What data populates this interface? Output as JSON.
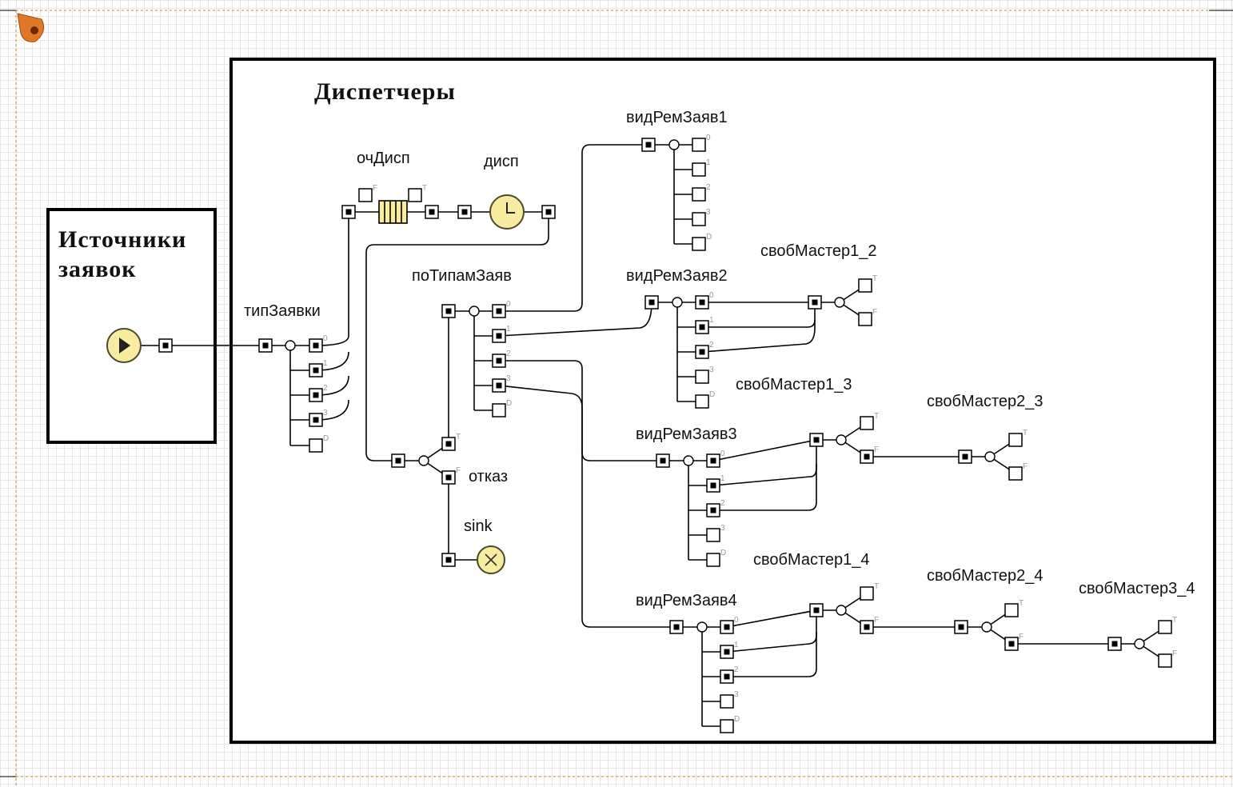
{
  "frames": {
    "sources": {
      "title_line1": "Источники",
      "title_line2": "заявок"
    },
    "dispatchers": {
      "title": "Диспетчеры"
    }
  },
  "blocks": {
    "tip_zayavki": "типЗаявки",
    "och_disp": "очДисп",
    "disp": "дисп",
    "po_tipam_zayav": "поТипамЗаяв",
    "otkaz": "отказ",
    "sink": "sink",
    "vid_rem_zayav_1": "видРемЗаяв1",
    "vid_rem_zayav_2": "видРемЗаяв2",
    "vid_rem_zayav_3": "видРемЗаяв3",
    "vid_rem_zayav_4": "видРемЗаяв4",
    "svob_master_1_2": "свобМастер1_2",
    "svob_master_1_3": "свобМастер1_3",
    "svob_master_2_3": "свобМастер2_3",
    "svob_master_1_4": "свобМастер1_4",
    "svob_master_2_4": "свобМастер2_4",
    "svob_master_3_4": "свобМастер3_4"
  },
  "port_labels": {
    "zero": "0",
    "one": "1",
    "two": "2",
    "three": "3",
    "default": "D",
    "true": "T",
    "false": "F"
  },
  "icons": {
    "source": "play-icon",
    "delay": "clock-icon",
    "sink": "close-circle-icon",
    "queue": "queue-icon",
    "model_origin": "location-pin-icon"
  },
  "colors": {
    "agent_fill": "#f8eca0",
    "frame_border": "#000000",
    "grid": "#e6e6e6",
    "origin_marker": "#e07828"
  }
}
